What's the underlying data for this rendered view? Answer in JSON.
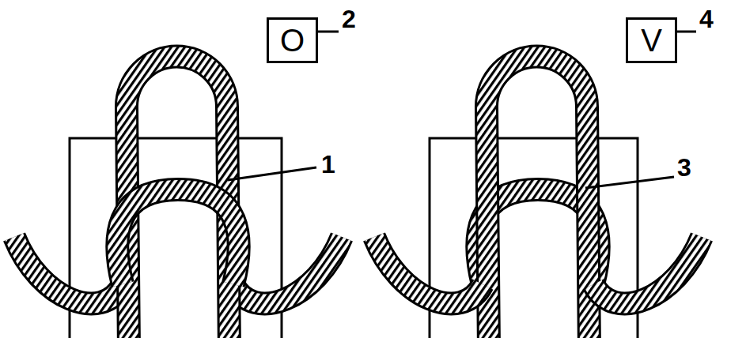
{
  "diagram": {
    "nodes": [
      {
        "text": [
          "O"
        ]
      },
      {
        "text": [
          "V"
        ]
      }
    ],
    "labels": [
      "1",
      "2",
      "3",
      "4"
    ]
  }
}
